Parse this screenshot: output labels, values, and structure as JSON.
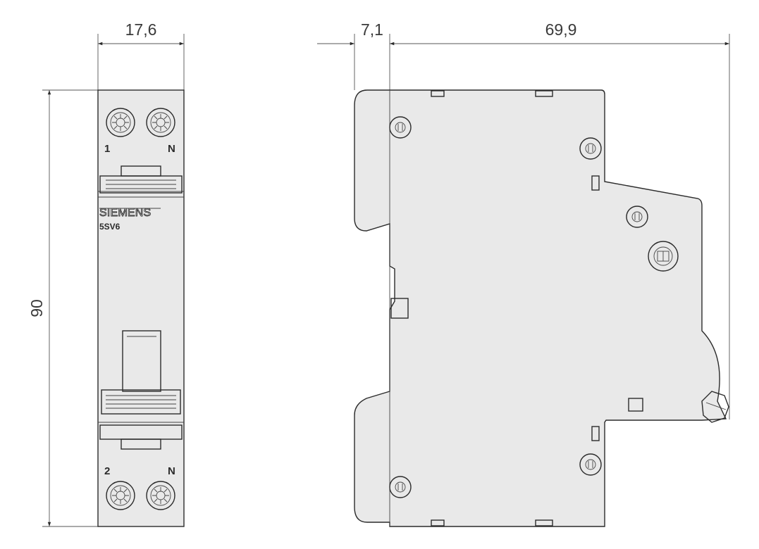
{
  "front_view": {
    "width_label": "17,6",
    "height_label": "90",
    "top_terminals": [
      "1",
      "N"
    ],
    "bottom_terminals": [
      "2",
      "N"
    ],
    "brand": "SIEMENS",
    "model": "5SV6"
  },
  "side_view": {
    "depth_front_label": "7,1",
    "depth_total_label": "69,9"
  },
  "colors": {
    "body": "#e9e9e9",
    "outline": "#2b2b2b",
    "background": "#ffffff"
  }
}
